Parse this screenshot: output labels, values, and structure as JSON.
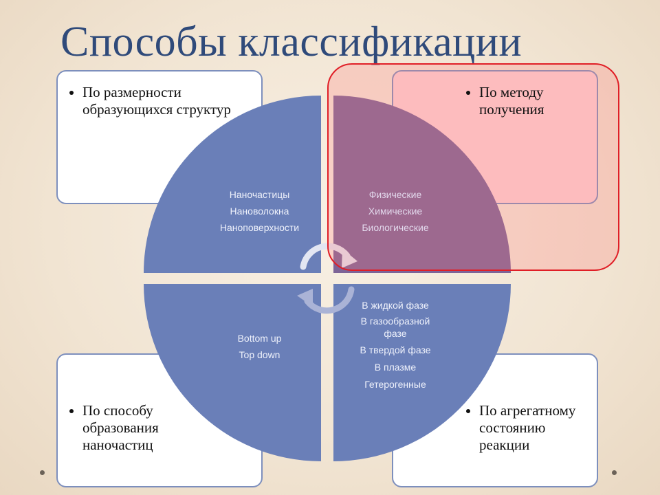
{
  "title": "Способы классификации",
  "boxes": {
    "top_left": "По размерности образующихся структур",
    "top_right": "По методу получения",
    "bottom_left": "По способу образования наночастиц",
    "bottom_right": "По агрегатному состоянию реакции"
  },
  "quadrants": {
    "top_left": [
      "Наночастицы",
      "Нановолокна",
      "Наноповерхности"
    ],
    "top_right": [
      "Физические",
      "Химические",
      "Биологические"
    ],
    "bottom_left": [
      "Bottom up",
      "Top down"
    ],
    "bottom_right": [
      "В жидкой фазе",
      "В газообразной фазе",
      "В твердой фазе",
      "В плазме",
      "Гетерогенные"
    ]
  },
  "colors": {
    "quadrant_fill": "#6a7fb8",
    "quadrant_highlight": "#7d6497",
    "title": "#2f4a7a",
    "highlight_border": "#e01e26"
  }
}
